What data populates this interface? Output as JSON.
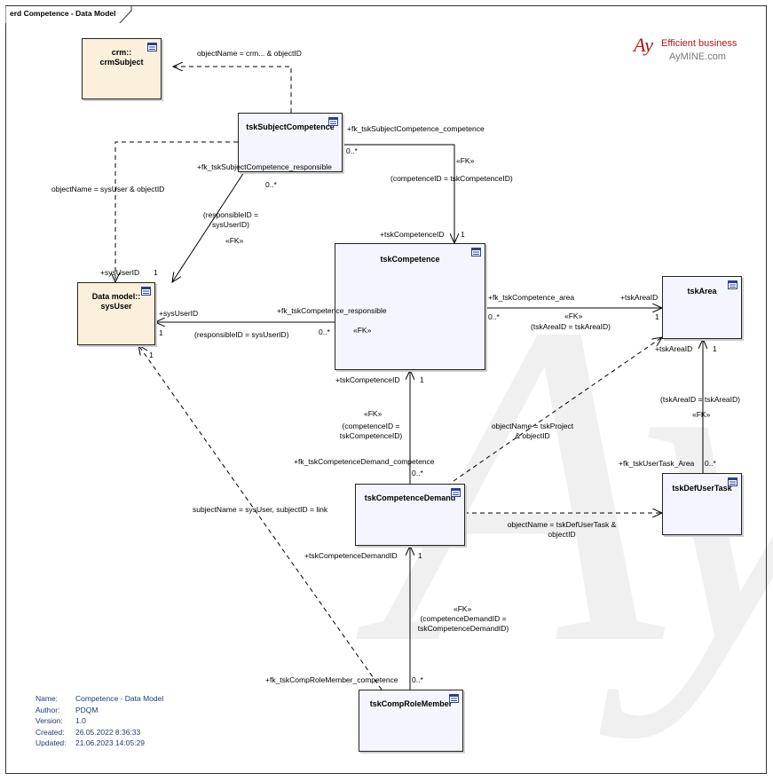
{
  "diagram": {
    "title": "erd Competence - Data Model"
  },
  "brand": {
    "logo_letters": "Ay",
    "tagline": "Efficient business",
    "site": "AyMINE.com",
    "watermark": "Ay"
  },
  "entities": [
    {
      "id": "crmSubject",
      "name_line1": "crm::",
      "name_line2": "crmSubject"
    },
    {
      "id": "tskSubjectCompetence",
      "name": "tskSubjectCompetence"
    },
    {
      "id": "sysUser",
      "name_line1": "Data model::",
      "name_line2": "sysUser"
    },
    {
      "id": "tskCompetence",
      "name": "tskCompetence"
    },
    {
      "id": "tskArea",
      "name": "tskArea"
    },
    {
      "id": "tskCompetenceDemand",
      "name": "tskCompetenceDemand"
    },
    {
      "id": "tskDefUserTask",
      "name": "tskDefUserTask"
    },
    {
      "id": "tskCompRoleMember",
      "name": "tskCompRoleMember"
    }
  ],
  "connectors": {
    "subj_crm": {
      "label": "objectName = crm... & objectID"
    },
    "subj_sysuser": {
      "label": "objectName = sysUser & objectID",
      "target_role": "+sysUserID"
    },
    "subj_comp": {
      "source_role": "+fk_tskSubjectCompetence_competence",
      "source_mult": "0..*",
      "stereotype": "«FK»",
      "condition": "(competenceID = tskCompetenceID)",
      "target_role": "+tskCompetenceID",
      "target_mult": "1"
    },
    "subj_resp": {
      "source_role": "+fk_tskSubjectCompetence_responsible",
      "source_mult": "0..*",
      "condition_line1": "(responsibleID =",
      "condition_line2": "sysUserID)",
      "stereotype": "«FK»",
      "target_mult": "1"
    },
    "comp_resp": {
      "source_role": "+fk_tskCompetence_responsible",
      "source_mult": "0..*",
      "stereotype": "«FK»",
      "condition": "(responsibleID = sysUserID)",
      "target_role": "+sysUserID",
      "target_mult": "1"
    },
    "comp_area": {
      "source_role": "+fk_tskCompetence_area",
      "source_mult": "0..*",
      "stereotype": "«FK»",
      "condition": "(tskAreaID = tskAreaID)",
      "target_role": "+tskAreaID",
      "target_mult": "1"
    },
    "task_area": {
      "source_role": "+fk_tskUserTask_Area",
      "source_mult": "0..*",
      "stereotype": "«FK»",
      "condition": "(tskAreaID = tskAreaID)",
      "target_role": "+tskAreaID",
      "target_mult": "1"
    },
    "demand_comp": {
      "source_role": "+fk_tskCompetenceDemand_competence",
      "source_mult": "0..*",
      "stereotype": "«FK»",
      "condition_line1": "(competenceID =",
      "condition_line2": "tskCompetenceID)",
      "target_role": "+tskCompetenceID",
      "target_mult": "1"
    },
    "demand_area": {
      "label_line1": "objectName = tskProject",
      "label_line2": "& objectID"
    },
    "demand_task": {
      "label_line1": "objectName = tskDefUserTask &",
      "label_line2": "objectID"
    },
    "member_demand": {
      "source_role": "+fk_tskCompRoleMember_competence",
      "source_mult": "0..*",
      "stereotype": "«FK»",
      "condition_line1": "(competenceDemandID =",
      "condition_line2": "tskCompetenceDemandID)",
      "target_role": "+tskCompetenceDemandID",
      "target_mult": "1"
    },
    "member_sysuser": {
      "label": "subjectName = sysUser, subjectID = link",
      "target_mult": "1"
    }
  },
  "metadata": {
    "name_key": "Name:",
    "name": "Competence - Data Model",
    "author_key": "Author:",
    "author": "PDQM",
    "version_key": "Version:",
    "version": "1.0",
    "created_key": "Created:",
    "created": "26.05.2022 8:36:33",
    "updated_key": "Updated:",
    "updated": "21.06.2023 14:05:29"
  },
  "colors": {
    "table_fill": "#f5f5ff",
    "external_fill": "#faf0dc",
    "metadata_text": "#1f3b70",
    "brand_red": "#b0141c"
  }
}
